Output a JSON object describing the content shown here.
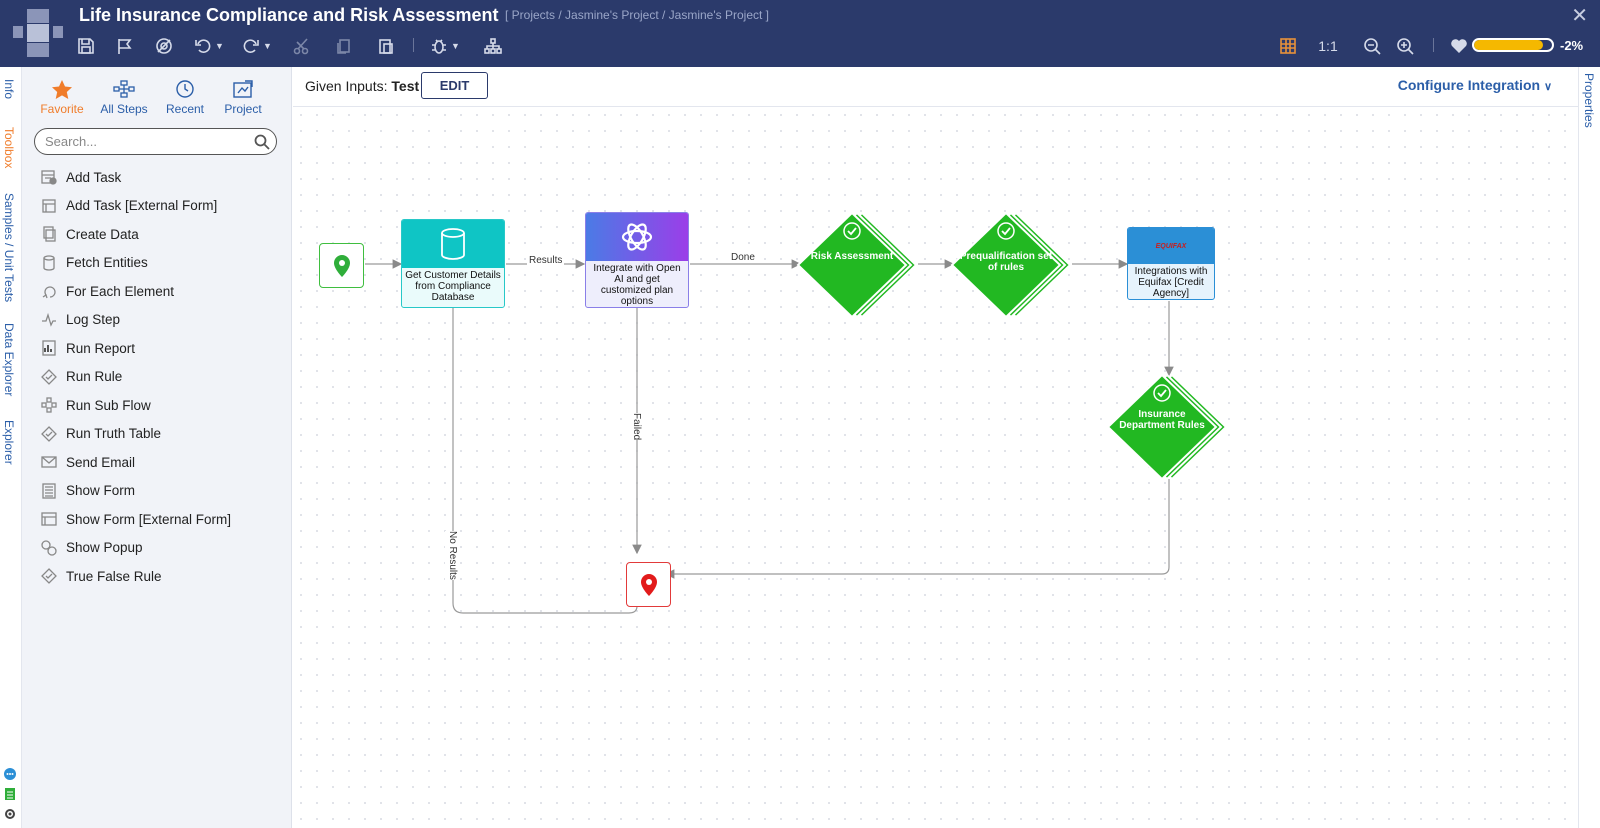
{
  "header": {
    "title": "Life Insurance Compliance and Risk Assessment",
    "breadcrumb": "[ Projects / Jasmine's Project / Jasmine's Project ]",
    "ratio_label": "1:1",
    "health_percent_label": "-2%",
    "health_level": 0.88
  },
  "left_tabs": [
    "Info",
    "Toolbox",
    "Samples / Unit Tests",
    "Data Explorer",
    "Explorer"
  ],
  "toolbox": {
    "tabs": [
      "Favorite",
      "All Steps",
      "Recent",
      "Project"
    ],
    "search_placeholder": "Search...",
    "items": [
      "Add Task",
      "Add Task [External Form]",
      "Create Data",
      "Fetch Entities",
      "For Each Element",
      "Log Step",
      "Run Report",
      "Run Rule",
      "Run Sub Flow",
      "Run Truth Table",
      "Send Email",
      "Show Form",
      "Show Form [External Form]",
      "Show Popup",
      "True False Rule"
    ]
  },
  "inputs_bar": {
    "given_label": "Given Inputs:",
    "given_value": "Test",
    "edit_label": "EDIT",
    "configure_label": "Configure Integration"
  },
  "flow": {
    "step_db": "Get Customer Details from Compliance Database",
    "step_openai": "Integrate with Open AI and get customized plan options",
    "rule_risk": "Risk Assessment",
    "rule_prequal": "Prequalification set of rules",
    "step_equifax": "Integrations with Equifax [Credit Agency]",
    "equifax_logo": "EQUIFAX",
    "rule_insurance": "Insurance Department Rules",
    "edge_results": "Results",
    "edge_done": "Done",
    "edge_failed": "Failed",
    "edge_no_results": "No Results"
  },
  "right_tab": "Properties"
}
